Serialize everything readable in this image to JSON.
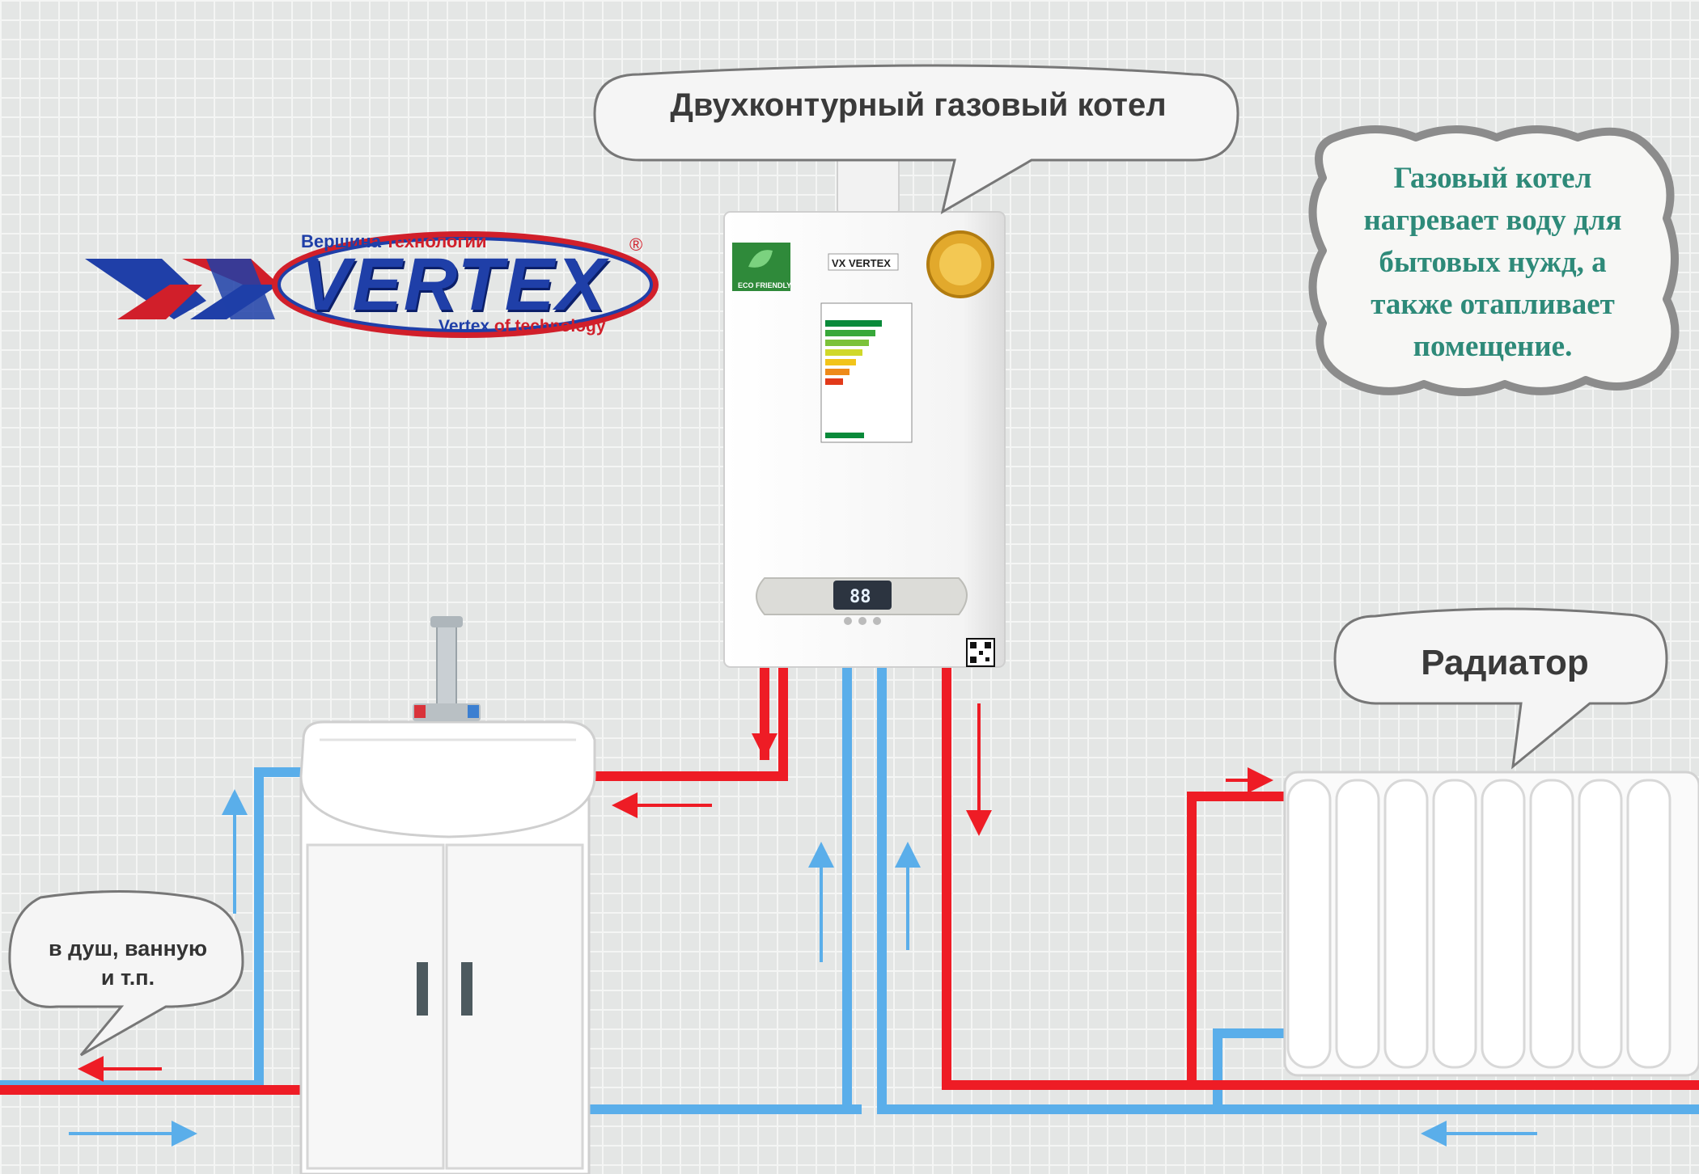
{
  "logo": {
    "tagline_top_blue": "Вершина",
    "tagline_top_red": "технологии",
    "brand": "VERTEX",
    "registered": "®",
    "tagline_bottom_blue": "Vertex",
    "tagline_bottom_red": "of technology"
  },
  "bubbles": {
    "boiler": "Двухконтурный газовый котел",
    "radiator": "Радиатор",
    "shower_line1": "в душ, ванную",
    "shower_line2": "и т.п.",
    "info_line1": "Газовый котел",
    "info_line2": "нагревает воду для",
    "info_line3": "бытовых нужд, а",
    "info_line4": "также отапливает",
    "info_line5": "помещение."
  },
  "boiler": {
    "brand_small": "VX VERTEX",
    "eco_label": "ECO FRIENDLY",
    "display": "88"
  },
  "colors": {
    "hot_pipe": "#ee1c25",
    "cold_pipe": "#5aaeea",
    "arrow_hot": "#ee1c25",
    "arrow_cold": "#5aaeea",
    "info_text": "#2e8a79",
    "brand_blue": "#1f3fa8",
    "brand_red": "#d11f2a"
  }
}
